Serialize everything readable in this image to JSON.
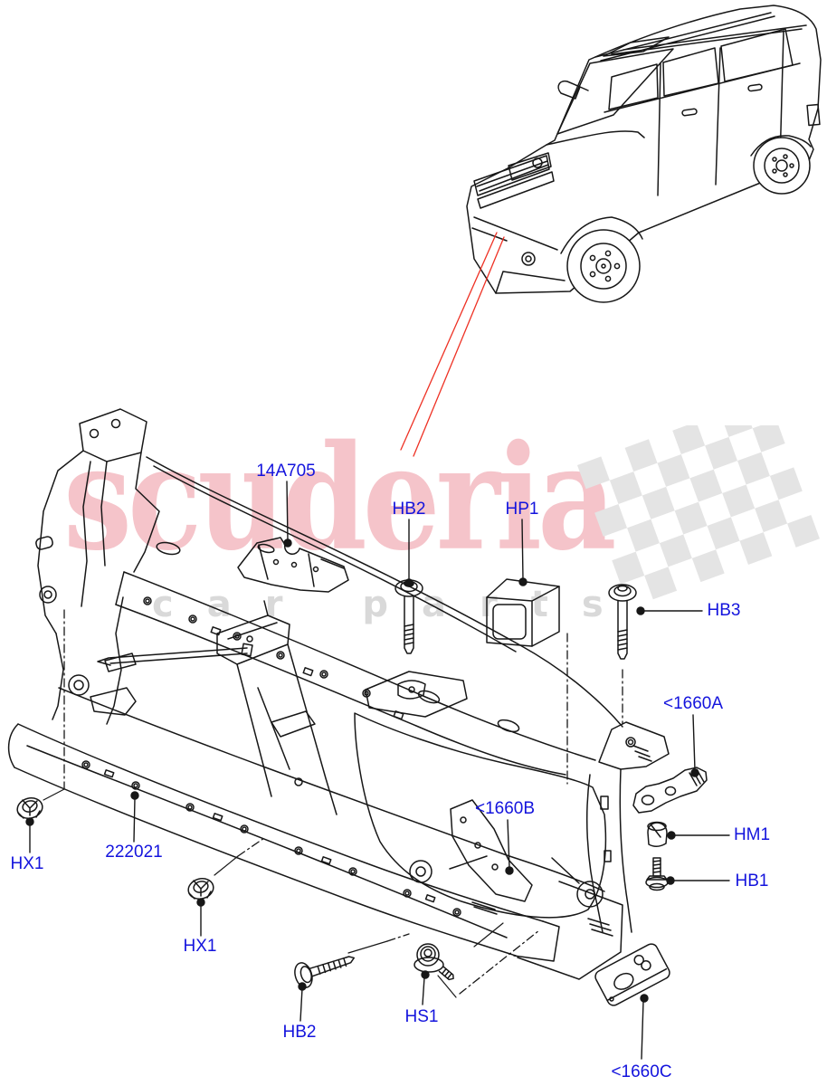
{
  "watermark": {
    "title": "scuderia",
    "subtitle": "car parts",
    "title_color": "#f5c4ca",
    "subtitle_color": "#d9d9d9",
    "flag_color": "#e4e4e4"
  },
  "colors": {
    "label_blue": "#1414dd",
    "line_black": "#171717",
    "pointer_red": "#ee3124"
  },
  "callouts": [
    {
      "id": "14A705",
      "label": "14A705"
    },
    {
      "id": "HB2-top",
      "label": "HB2"
    },
    {
      "id": "HP1",
      "label": "HP1"
    },
    {
      "id": "HB3",
      "label": "HB3"
    },
    {
      "id": "1660A",
      "label": "<1660A"
    },
    {
      "id": "1660B",
      "label": "<1660B"
    },
    {
      "id": "HM1",
      "label": "HM1"
    },
    {
      "id": "HB1",
      "label": "HB1"
    },
    {
      "id": "HX1-left",
      "label": "HX1"
    },
    {
      "id": "222021",
      "label": "222021"
    },
    {
      "id": "HX1-mid",
      "label": "HX1"
    },
    {
      "id": "HB2-bottom",
      "label": "HB2"
    },
    {
      "id": "HS1",
      "label": "HS1"
    },
    {
      "id": "1660C",
      "label": "<1660C"
    }
  ]
}
